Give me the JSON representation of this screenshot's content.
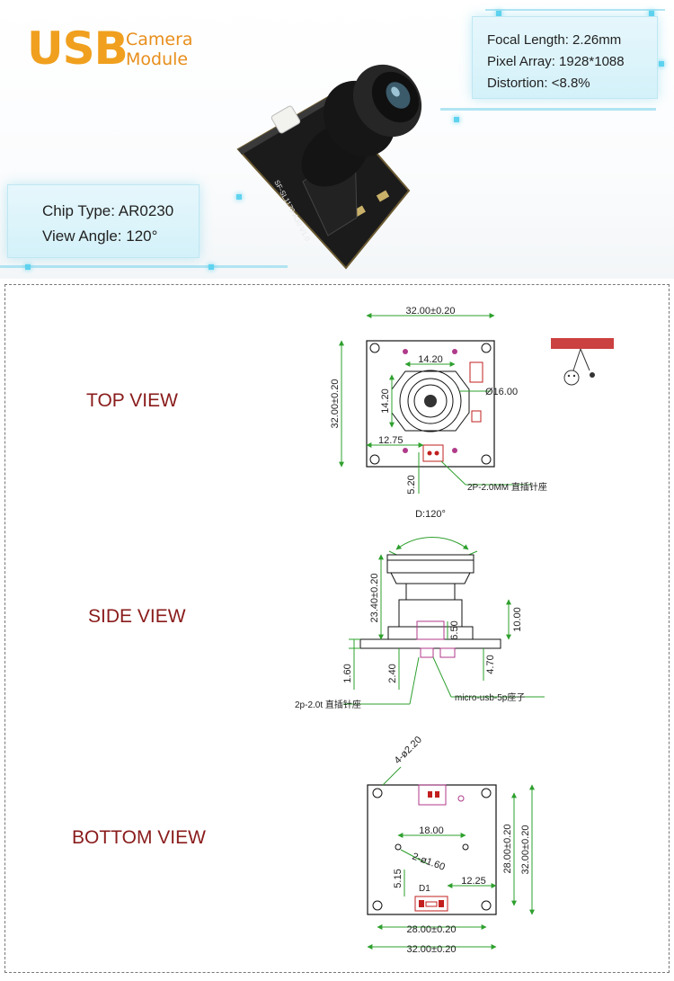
{
  "header": {
    "brand_usb": "USB",
    "brand_line1": "Camera",
    "brand_line2": "Module",
    "specs_right": [
      "Focal Length: 2.26mm",
      "Pixel Array:  1928*1088",
      "Distortion: <8.8%"
    ],
    "specs_left": [
      "Chip Type: AR0230",
      "View Angle: 120°"
    ],
    "pcb_silkscreen": "SF-SL1170-A30 V1.0"
  },
  "drawing": {
    "top_view": {
      "label": "TOP VIEW",
      "dims": {
        "width": "32.00±0.20",
        "height": "32.00±0.20",
        "hole_x": "14.20",
        "hole_y": "14.20",
        "lens": "Ø16.00",
        "offset_x": "12.75",
        "offset_y": "5.20",
        "connector": "2P-2.0MM 直插针座"
      }
    },
    "side_view": {
      "label": "SIDE VIEW",
      "dims": {
        "angle": "D:120°",
        "height": "23.40±0.20",
        "lens_h": "10.00",
        "conn_h": "6.50",
        "pcb": "1.60",
        "pin": "2.40",
        "usb": "4.70",
        "connector_2p": "2p-2.0t 直插针座",
        "micro_usb": "micro-usb-5p座子"
      }
    },
    "bottom_view": {
      "label": "BOTTOM VIEW",
      "dims": {
        "holes": "4-ø2.20",
        "inner_w": "18.00",
        "inner_holes": "2-ø1.60",
        "usb_y": "5.15",
        "usb_x": "12.25",
        "pitch_y": "28.00±0.20",
        "height": "32.00±0.20",
        "pitch_x": "28.00±0.20",
        "width": "32.00±0.20",
        "part": "D1"
      }
    }
  },
  "colors": {
    "brand_orange": "#f0a01e",
    "label_red": "#8a1b1b",
    "dim_green": "#2ea02e",
    "spec_box": "#dff4fa"
  }
}
